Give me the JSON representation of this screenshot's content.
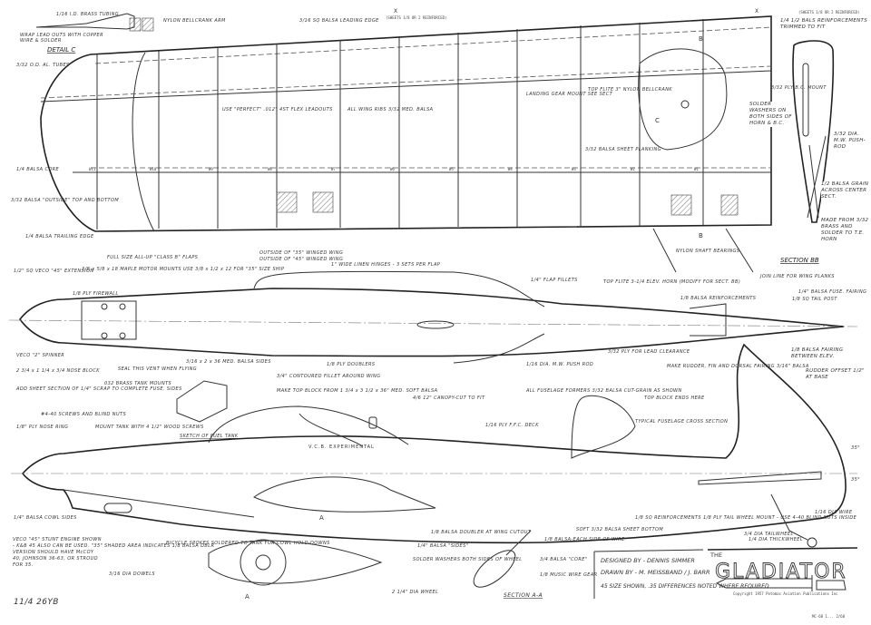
{
  "drawing": {
    "colors": {
      "ink": "#333333",
      "paper": "#ffffff"
    },
    "detail_c": {
      "title": "DETAIL C",
      "labels": [
        "1/16 I.D. BRASS TUBING",
        "NYLON BELLCRANK ARM",
        "WRAP LEAD OUTS WITH COPPER",
        "WIRE & SOLDER"
      ]
    },
    "wing": {
      "labels": [
        "3/32 O.D. AL. TUBES",
        "1/4 BALSA CORE",
        "3/32 BALSA \"OUTSIDE\" TOP AND BOTTOM",
        "1/4 BALSA TRAILING EDGE",
        "3/16 SQ BALSA LEADING EDGE",
        "(SHEETS 1/8 OR 2 REINFORCED)",
        "USE \"PERFECT\" .012\" 4ST FLEX LEADOUTS",
        "ALL WING RIBS 3/32 MED. BALSA",
        "LANDING GEAR MOUNT SEE SECT",
        "TOP FLITE 3\" NYLON BELLCRANK",
        "3/32 BALSA SHEET PLANKING",
        "NYLON SHAFT BEARINGS",
        "1\" WIDE LINEN HINGES - 3 SETS PER FLAP",
        "OUTSIDE OF \"35\" WINGED WING",
        "OUTSIDE OF \"45\" WINGED WING",
        "FULL SIZE ALL-UP \"CLASS B\" FLAPS"
      ],
      "rib_labels": [
        "W11",
        "W10",
        "W9",
        "W8",
        "W7",
        "W6",
        "W5",
        "W4",
        "W3",
        "W2",
        "W1"
      ]
    },
    "section_bb": {
      "title": "SECTION BB",
      "labels": [
        "(SHEETS 1/8 OR 2 REINFORCED)",
        "1/4 1/2 BALS REINFORCEMENTS TRIMMED TO FIT",
        "3/32 PLY B.C. MOUNT",
        "SOLDER WASHERS ON BOTH SIDES OF HORN & B.C.",
        "3/32 DIA. M.W. PUSH-ROD",
        "1/2 BALSA GRAIN ACROSS CENTER SECT.",
        "MADE FROM 3/32 BRASS AND SOLDER TO T.E. HORN",
        "JOIN LINE FOR WING PLANKS"
      ]
    },
    "top_view": {
      "labels": [
        "1/2\" SQ VECO \"45\" EXTENSION",
        "3/8 x 5/8 x 18 MAPLE MOTOR MOUNTS USE 3/8 x 1/2 x 12 FOR \"35\" SIZE SHIP",
        "1/8 PLY FIREWALL",
        "VECO \"2\" SPINNER",
        "2 3/4 x 1 1/4 x 3/4 NOSE BLOCK",
        "ADD SHEET SECTION OF 1/4\" SCRAP TO COMPLETE FUSE. SIDES",
        "SEAL THIS VENT WHEN FLYING",
        "032 BRASS TANK MOUNTS",
        "3/16 x 2 x 36 MED. BALSA SIDES",
        "1/8 PLY DOUBLERS",
        "3/4\" CONTOURED FILLET AROUND WING",
        "1/4\" FLAP FILLETS",
        "TOP FLITE 3-1/4 ELEV. HORN (MODIFY FOR SECT. BB)",
        "1/8 BALSA REINFORCEMENTS",
        "1/4\" BALSA FUSE. FAIRING",
        "1/8 SQ TAIL POST",
        "3/32 PLY FOR LEAD CLEARANCE",
        "1/16 DIA. M.W. PUSH ROD",
        "1/8 BALSA FAIRING BETWEEN ELEV."
      ]
    },
    "tank_sketch": {
      "title": "SKETCH OF FUEL TANK"
    },
    "side_view": {
      "canopy_text": "V.C.B. EXPERIMENTAL",
      "labels": [
        "MAKE TOP BLOCK FROM 1 3/4 x 3 1/2 x 36\" MED. SOFT BALSA",
        "4/6 12\" CANOPY-CUT TO FIT",
        "ALL FUSELAGE FORMERS 3/32 BALSA CUT-GRAIN AS SHOWN",
        "1/16 PLY F.F.C. DECK",
        "MAKE RUDDER, FIN AND DORSAL FAIRING 3/16\" BALSA",
        "TOP BLOCK ENDS HERE",
        "TYPICAL FUSELAGE CROSS SECTION",
        "RUDDER OFFSET 1/2\" AT BASE",
        "#4-40 SCREWS AND BLIND NUTS",
        "1/8\" PLY NOSE RING",
        "MOUNT TANK WITH 4 1/2\" WOOD SCREWS",
        "1/4\" BALSA COWL SIDES",
        "VECO \"45\" STUNT ENGINE SHOWN - K&B 45 ALSO CAN BE USED. \"35\" VERSION SHOULD HAVE McCOY 40, JOHNSON 36-63, OR STROUD FOR 35.",
        "SHADED AREA INDICATES 1/8 BALSA DBLR",
        "3/16 DIA DOWELS",
        "BICYCLE SPOKES SOLDERED TO TANK FOR COWL HOLD-DOWNS",
        "1/8 BALSA DOUBLER AT WING CUTOUT",
        "SOFT 3/32 BALSA SHEET BOTTOM",
        "1/8 SQ REINFORCEMENTS",
        "1/8 PLY TAIL WHEEL MOUNT - USE 4-40 BLIND NUTS INSIDE",
        "1/16 DIA WIRE",
        "3/4 DIA TAILWHEEL",
        "35°",
        "35°"
      ]
    },
    "section_aa": {
      "title": "SECTION A-A",
      "labels": [
        "1/4\" BALSA \"SIDES\"",
        "SOLDER WASHERS BOTH SIDES OF WHEEL",
        "2 1/4\" DIA WHEEL",
        "3/4 BALSA \"CORE\"",
        "1/8 MUSIC WIRE GEAR",
        "1/8 BALSA-EACH SIDE OF WIRE",
        "1/4 DIA THICKWHEEL"
      ]
    },
    "section_markers": [
      "A",
      "A",
      "B",
      "B",
      "C",
      "X",
      "X"
    ],
    "title_block": {
      "the": "THE",
      "name": "GLADIATOR",
      "designed_by": "DESIGNED BY - DENNIS SIMMER",
      "drawn_by": "DRAWN BY - M. MEISSBAND / J. BARR",
      "note": "45 SIZE SHOWN, .35 DIFFERENCES NOTED WHERE REQUIRED",
      "copyright": "Copyright 1957 Potomac Aviation Publications Inc",
      "sheet_ref": "MC-68  1...  2/68"
    },
    "corner_note": "11/4 26YB"
  }
}
